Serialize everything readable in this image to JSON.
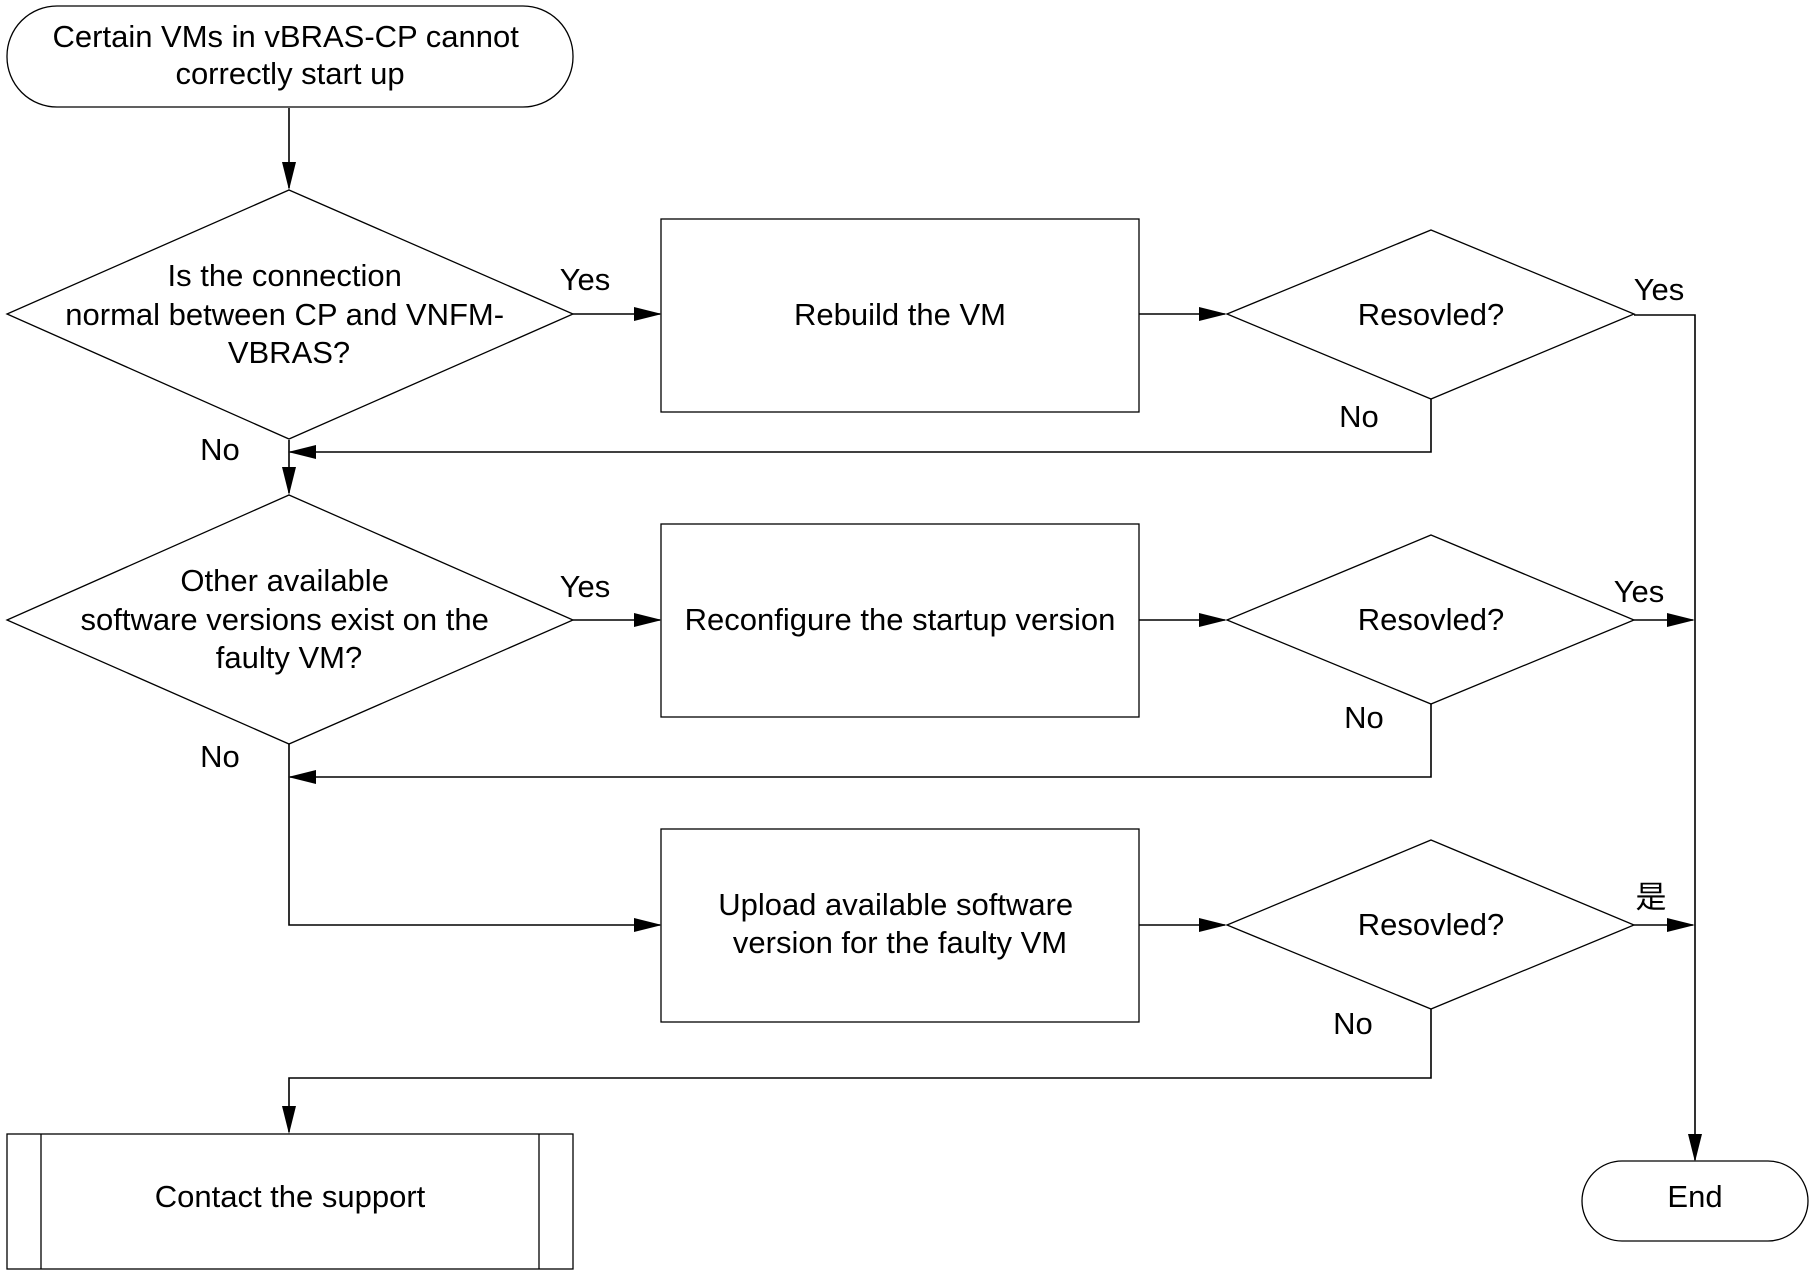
{
  "diagram": {
    "start": {
      "lines": [
        "Certain VMs in vBRAS-CP cannot",
        "correctly start up"
      ]
    },
    "decision_connection": {
      "lines": [
        "Is the connection",
        "normal between CP and VNFM-",
        "VBRAS?"
      ]
    },
    "rebuild": {
      "lines": [
        "Rebuild the VM"
      ]
    },
    "resolved_1": {
      "lines": [
        "Resovled?"
      ]
    },
    "decision_versions": {
      "lines": [
        "Other available",
        "software versions exist on the",
        "faulty VM?"
      ]
    },
    "reconfigure": {
      "lines": [
        "Reconfigure the startup version"
      ]
    },
    "resolved_2": {
      "lines": [
        "Resovled?"
      ]
    },
    "upload": {
      "lines": [
        "Upload available software",
        "version for the faulty VM"
      ]
    },
    "resolved_3": {
      "lines": [
        "Resovled?"
      ]
    },
    "support": {
      "lines": [
        "Contact the support"
      ]
    },
    "end": {
      "lines": [
        "End"
      ]
    }
  },
  "labels": {
    "conn_yes": "Yes",
    "conn_no": "No",
    "res1_yes": "Yes",
    "res1_no": "No",
    "ver_yes": "Yes",
    "ver_no": "No",
    "res2_yes": "Yes",
    "res2_no": "No",
    "res3_yes": "是",
    "res3_no": "No"
  },
  "colors": {
    "stroke": "#000000",
    "fill": "#ffffff",
    "text": "#000000"
  }
}
